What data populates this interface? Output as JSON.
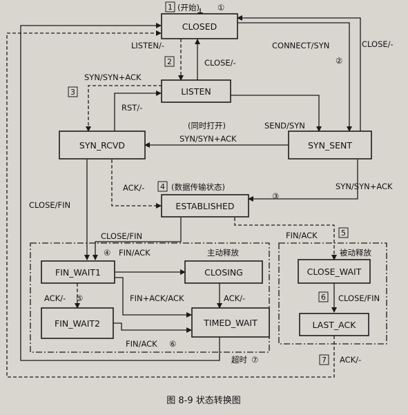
{
  "diagram": {
    "states": {
      "closed": "CLOSED",
      "listen": "LISTEN",
      "syn_rcvd": "SYN_RCVD",
      "syn_sent": "SYN_SENT",
      "established": "ESTABLISHED",
      "fin_wait1": "FIN_WAIT1",
      "closing": "CLOSING",
      "fin_wait2": "FIN_WAIT2",
      "timed_wait": "TIMED_WAIT",
      "close_wait": "CLOSE_WAIT",
      "last_ack": "LAST_ACK"
    },
    "start_label": "(开始)",
    "step_markers": {
      "m1": "1",
      "c1": "①",
      "m2": "2",
      "c2": "②",
      "m3": "3",
      "c3": "③",
      "m4": "4",
      "c4": "④",
      "m5": "5",
      "c5": "⑤",
      "m6": "6",
      "c6": "⑥",
      "m7": "7",
      "c7": "⑦"
    },
    "transitions": {
      "listen_passive": "LISTEN/-",
      "close_from_listen": "CLOSE/-",
      "connect_syn": "CONNECT/SYN",
      "close_from_synsent": "CLOSE/-",
      "syn_synack": "SYN/SYN+ACK",
      "rst": "RST/-",
      "simultaneous_open": "(同时打开)",
      "send_syn": "SEND/SYN",
      "syn_synack_mid": "SYN/SYN+ACK",
      "ack_established": "ACK/-",
      "data_transfer": "(数据传输状态)",
      "syn_synack_right": "SYN/SYN+ACK",
      "close_fin_left": "CLOSE/FIN",
      "close_fin_est": "CLOSE/FIN",
      "fin_ack_right": "FIN/ACK",
      "fin_ack_active": "FIN/ACK",
      "active_close": "主动释放",
      "passive_close": "被动释放",
      "ack_fw1_fw2": "ACK/-",
      "fin_ack_ack": "FIN+ACK/ACK",
      "ack_closing": "ACK/-",
      "close_fin_cw": "CLOSE/FIN",
      "fin_ack_fw2": "FIN/ACK",
      "timeout": "超时",
      "ack_last": "ACK/-"
    },
    "caption": "图 8-9   状态转换图"
  }
}
